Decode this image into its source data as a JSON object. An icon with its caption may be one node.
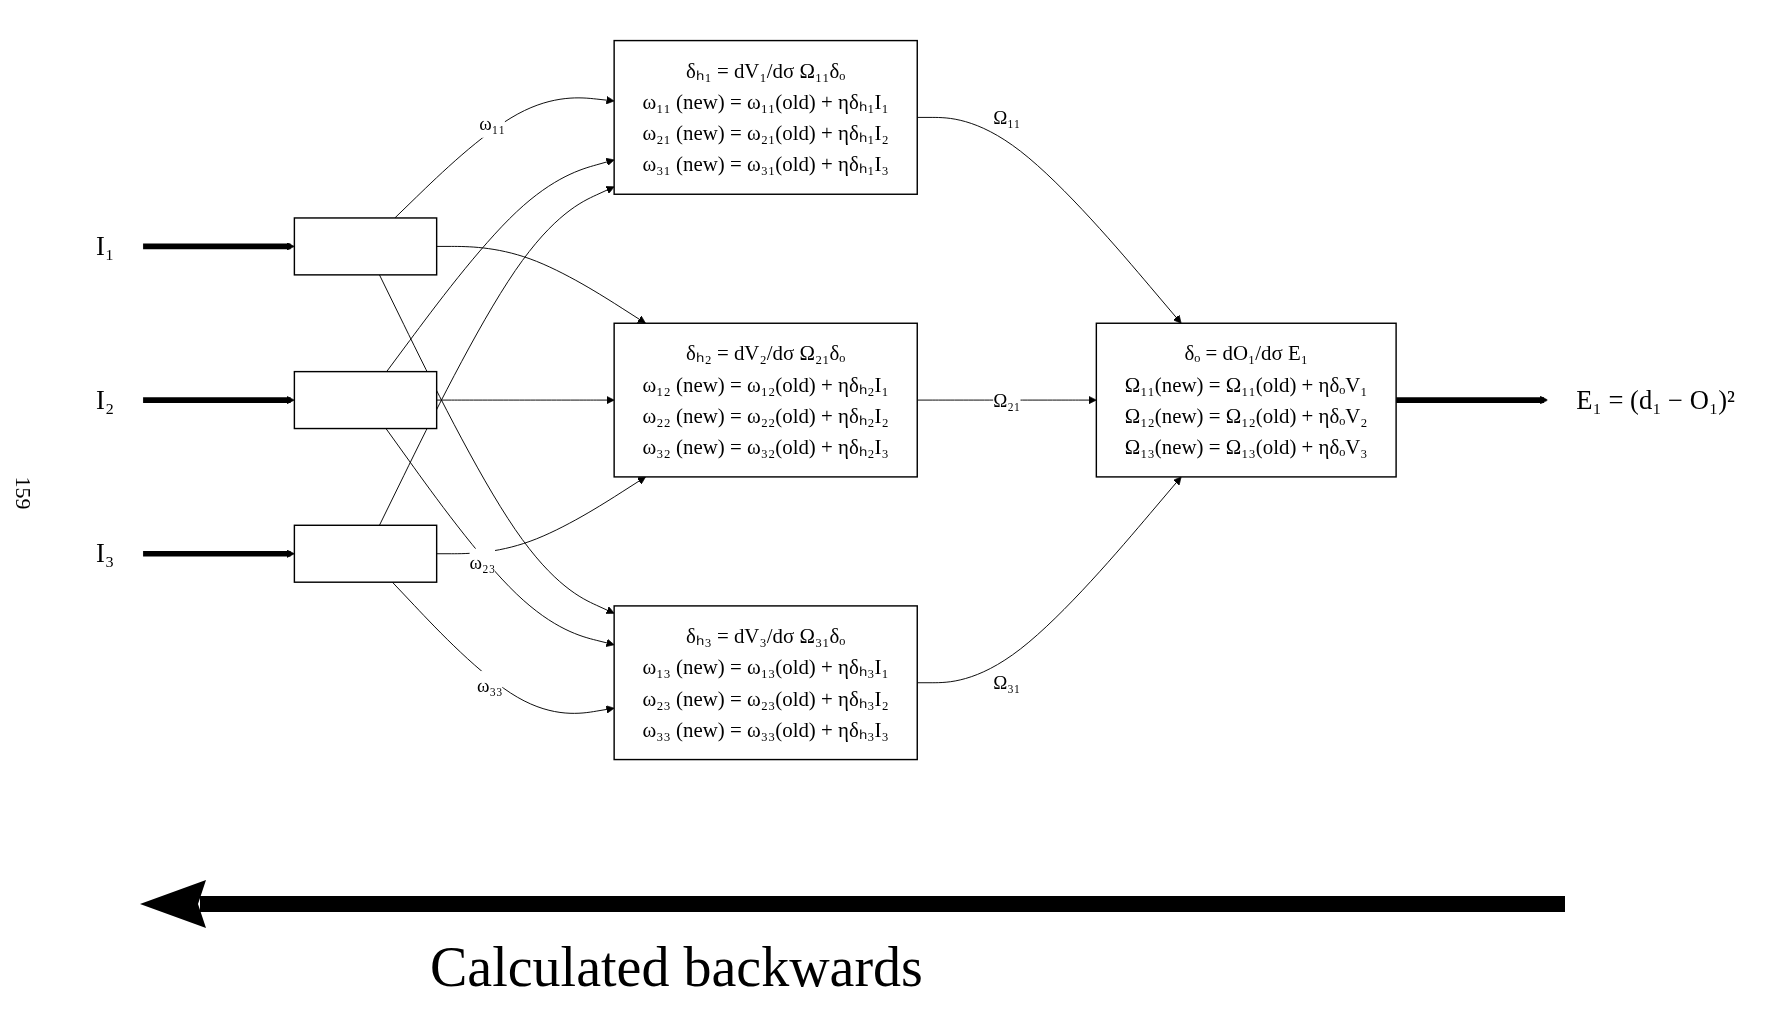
{
  "diagram": {
    "nodes": [
      {
        "text": [
          "I₁"
        ]
      },
      {
        "text": [],
        "shape": "box"
      },
      {
        "text": [
          "I₂"
        ]
      },
      {
        "text": [],
        "shape": "box"
      },
      {
        "text": [
          "I₃"
        ]
      },
      {
        "text": [],
        "shape": "box"
      },
      {
        "text": [
          "δₕ₁ = dV₁/dσ Ω₁₁δₒ",
          "ω₁₁ (new) = ω₁₁(old) + ηδₕ₁I₁",
          "ω₂₁ (new) = ω₂₁(old) + ηδₕ₁I₂",
          "ω₃₁ (new) = ω₃₁(old) + ηδₕ₁I₃"
        ]
      },
      {
        "text": [
          "δₕ₂ = dV₂/dσ Ω₂₁δₒ",
          "ω₁₂ (new) = ω₁₂(old) + ηδₕ₂I₁",
          "ω₂₂ (new) = ω₂₂(old) + ηδₕ₂I₂",
          "ω₃₂ (new) = ω₃₂(old) + ηδₕ₂I₃"
        ]
      },
      {
        "text": [
          "δₕ₃ = dV₃/dσ Ω₃₁δₒ",
          "ω₁₃ (new) = ω₁₃(old) + ηδₕ₃I₁",
          "ω₂₃ (new) = ω₂₃(old) + ηδₕ₃I₂",
          "ω₃₃ (new) = ω₃₃(old) + ηδₕ₃I₃"
        ]
      },
      {
        "text": [
          "δₒ = dO₁/dσ E₁",
          "Ω₁₁(new) = Ω₁₁(old) + ηδₒV₁",
          "Ω₁₂(new) = Ω₁₂(old) + ηδₒV₂",
          "Ω₁₃(new) = Ω₁₃(old) + ηδₒV₃"
        ]
      },
      {
        "text": [
          "E₁ = (d₁ − O₁)²"
        ]
      }
    ],
    "edges": [
      {
        "from": 0,
        "to": 1,
        "arrow": "to",
        "style": "thick"
      },
      {
        "from": 2,
        "to": 3,
        "arrow": "to",
        "style": "thick"
      },
      {
        "from": 4,
        "to": 5,
        "arrow": "to",
        "style": "thick"
      },
      {
        "from": 1,
        "to": 6,
        "arrow": "to",
        "label": "ω₁₁"
      },
      {
        "from": 1,
        "to": 7,
        "arrow": "to"
      },
      {
        "from": 1,
        "to": 8,
        "arrow": "to"
      },
      {
        "from": 3,
        "to": 6,
        "arrow": "to"
      },
      {
        "from": 3,
        "to": 7,
        "arrow": "to"
      },
      {
        "from": 3,
        "to": 8,
        "arrow": "to",
        "label": "ω₂₃"
      },
      {
        "from": 5,
        "to": 6,
        "arrow": "to"
      },
      {
        "from": 5,
        "to": 7,
        "arrow": "to"
      },
      {
        "from": 5,
        "to": 8,
        "arrow": "to",
        "label": "ω₃₃"
      },
      {
        "from": 6,
        "to": 9,
        "arrow": "to",
        "label": "Ω₁₁"
      },
      {
        "from": 7,
        "to": 9,
        "arrow": "to",
        "label": "Ω₂₁"
      },
      {
        "from": 8,
        "to": 9,
        "arrow": "to",
        "label": "Ω₃₁"
      },
      {
        "from": 9,
        "to": 10,
        "arrow": "to",
        "style": "thick"
      }
    ],
    "labels": [
      "159",
      "Calculated backwards"
    ]
  }
}
